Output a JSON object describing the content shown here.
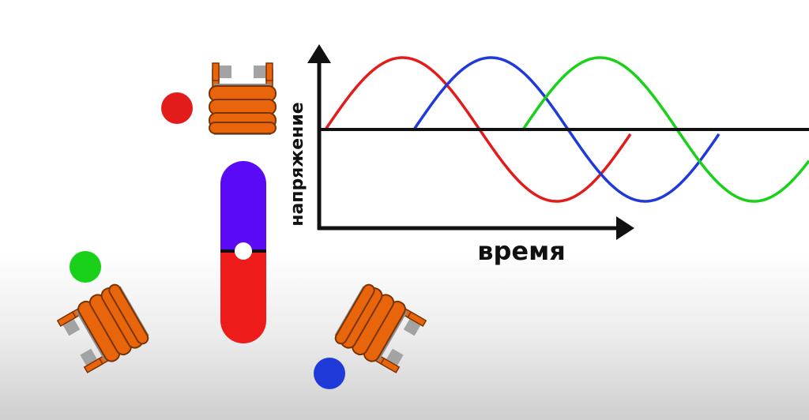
{
  "graph": {
    "y_axis_label": "напряжение",
    "x_axis_label": "время"
  },
  "phases": [
    {
      "color": "#e21b1b",
      "dot": "red"
    },
    {
      "color": "#1f3ad8",
      "dot": "blue"
    },
    {
      "color": "#18d118",
      "dot": "green"
    }
  ],
  "rotor": {
    "north_color": "#5a0af5",
    "south_color": "#ee1b1b"
  },
  "coil": {
    "winding_color": "#e8650c",
    "terminal_color": "#9a9a9a"
  }
}
